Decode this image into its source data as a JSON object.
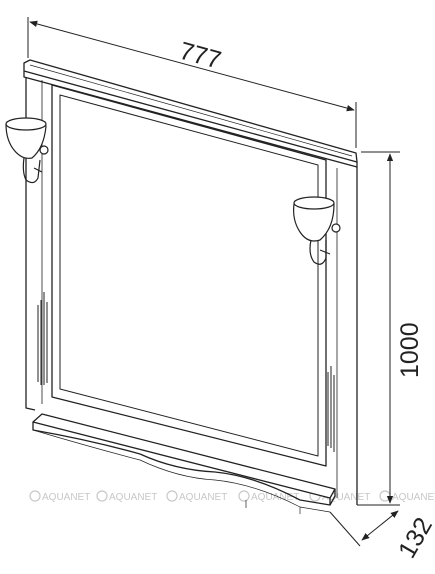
{
  "drawing": {
    "width_label": "777",
    "height_label": "1000",
    "depth_label": "132"
  },
  "watermarks": [
    "AQUANET",
    "AQUANET",
    "AQUANET",
    "AQUANET",
    "AQUANET",
    "AQUANET"
  ],
  "colors": {
    "line": "#222222",
    "watermark": "#c8c8c8"
  }
}
